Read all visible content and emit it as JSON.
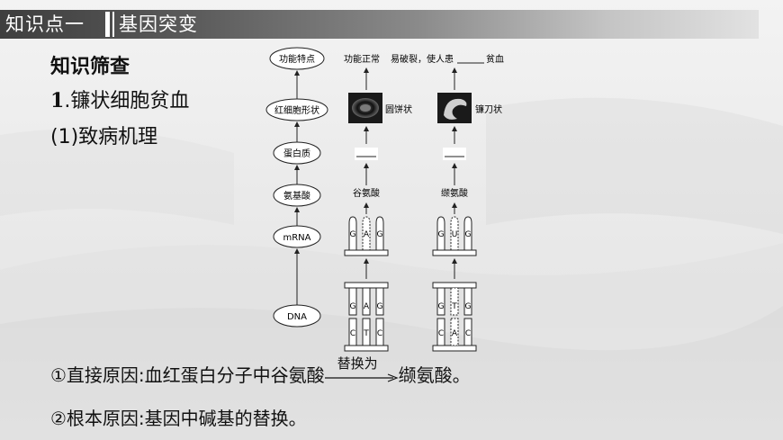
{
  "header": {
    "tag": "知识点一",
    "topic": "基因突变"
  },
  "section_title": "知识筛查",
  "subsection": {
    "number": "1",
    "title": "镰状细胞贫血"
  },
  "subsubsection": "(1)致病机理",
  "diagram": {
    "levels": [
      "功能特点",
      "红细胞形状",
      "蛋白质",
      "氨基酸",
      "mRNA",
      "DNA"
    ],
    "normal": {
      "function": "功能正常",
      "shape": "圆饼状",
      "protein_blank": "",
      "amino_acid": "谷氨酸",
      "mrna_bases": [
        "G",
        "A",
        "G"
      ],
      "dna_top": [
        "G",
        "A",
        "G"
      ],
      "dna_bottom": [
        "C",
        "T",
        "C"
      ]
    },
    "mutant": {
      "function_prefix": "易破裂，使人患",
      "function_suffix": "贫血",
      "shape": "镰刀状",
      "protein_blank": "",
      "amino_acid": "缬氨酸",
      "mrna_bases": [
        "G",
        "U",
        "G"
      ],
      "dna_top": [
        "G",
        "T",
        "G"
      ],
      "dna_bottom": [
        "C",
        "A",
        "C"
      ]
    }
  },
  "direct_cause": {
    "prefix": "①直接原因:血红蛋白分子中谷氨酸",
    "arrow_label": "替换为",
    "suffix": "缬氨酸。"
  },
  "root_cause": "②根本原因:基因中碱基的替换。"
}
